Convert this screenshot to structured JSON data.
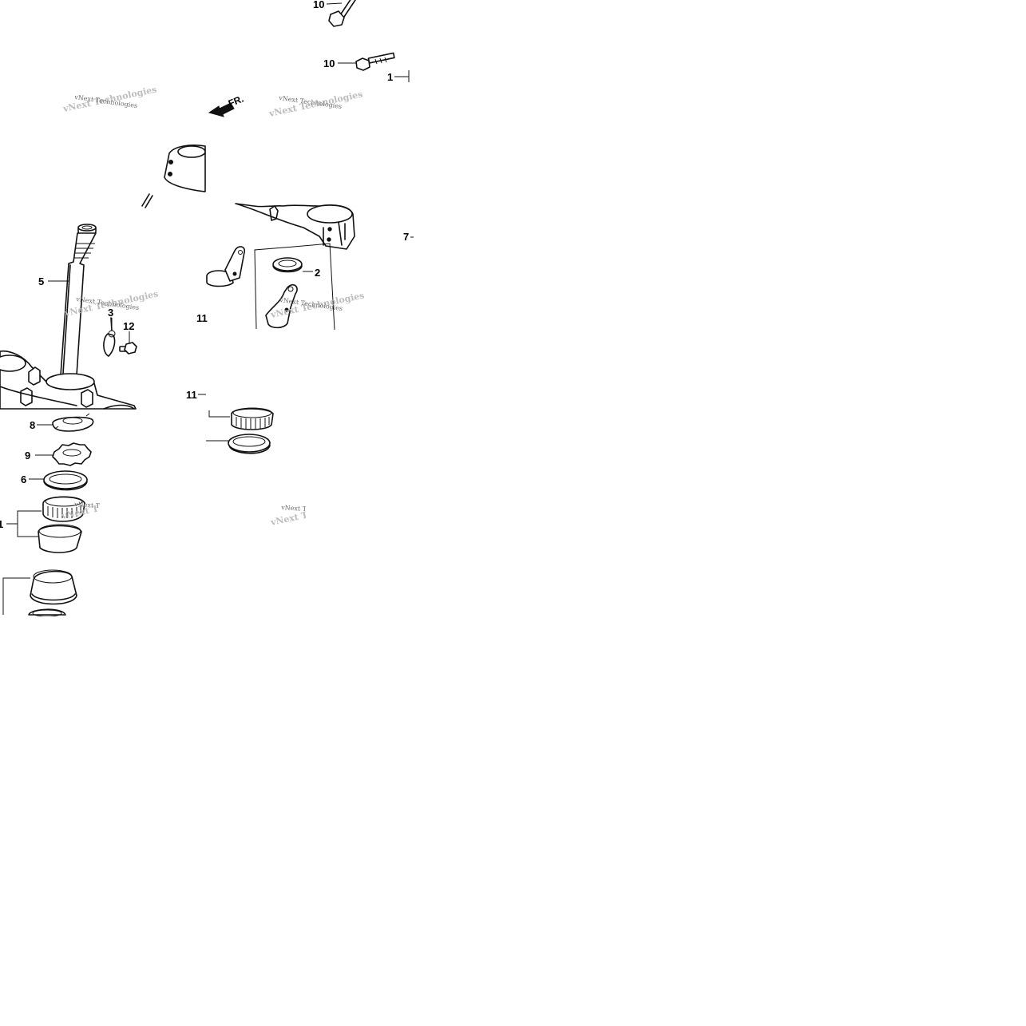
{
  "diagram": {
    "callouts": [
      "10",
      "10",
      "1",
      "5",
      "3",
      "12",
      "2",
      "11",
      "11",
      "8",
      "9",
      "6",
      "1",
      "7"
    ],
    "watermark": "vNext Technologies",
    "watermark_cut": "vNext T",
    "direction_label": "FR."
  }
}
